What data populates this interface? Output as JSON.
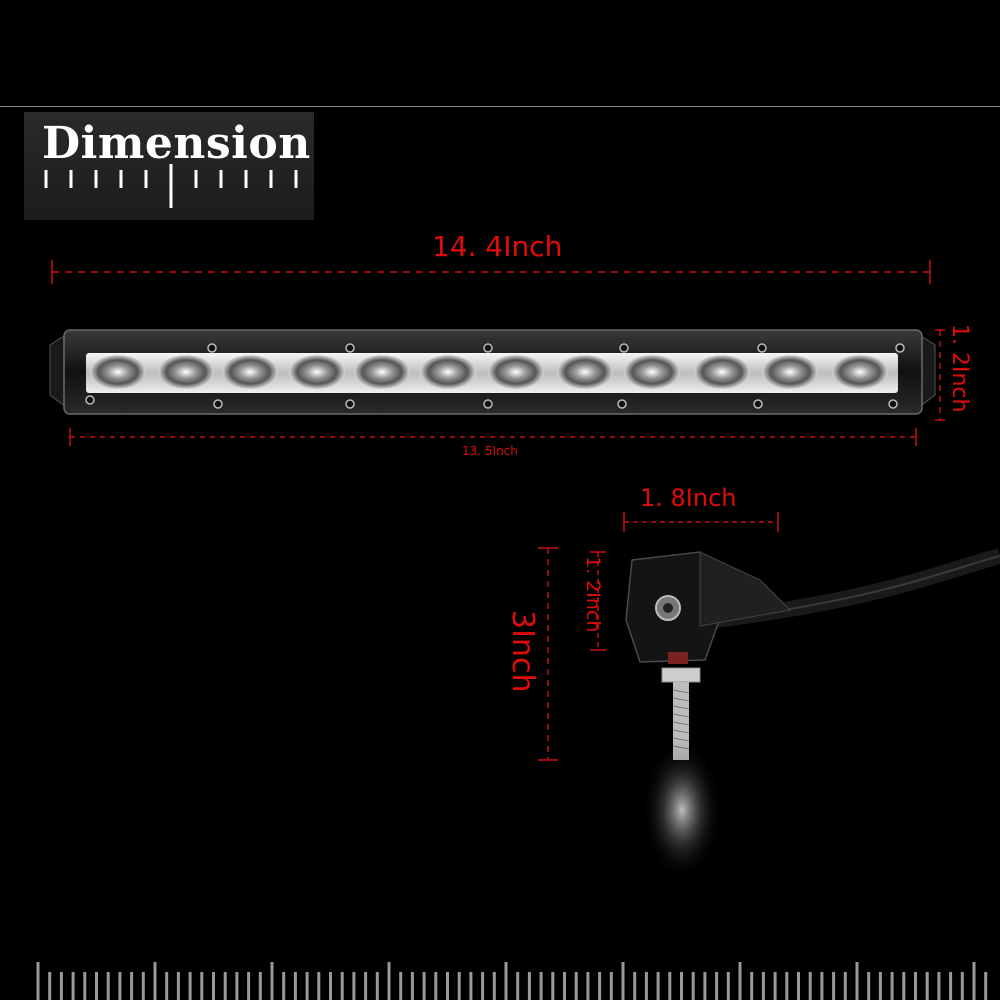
{
  "header": {
    "title": "Dimension"
  },
  "dimensions": {
    "overall_length": "14. 4Inch",
    "housing_height": "1. 2Inch",
    "mount_length": "13. 5Inch",
    "side_width": "1. 8Inch",
    "side_height": "1. 2Inch",
    "side_total_height": "3Inch"
  },
  "colors": {
    "background": "#000000",
    "dimension_red": "#e10b0b",
    "title_box": "#222222"
  },
  "icons": {
    "product_front": "led-light-bar-icon",
    "product_side": "light-bar-side-bracket-icon"
  }
}
